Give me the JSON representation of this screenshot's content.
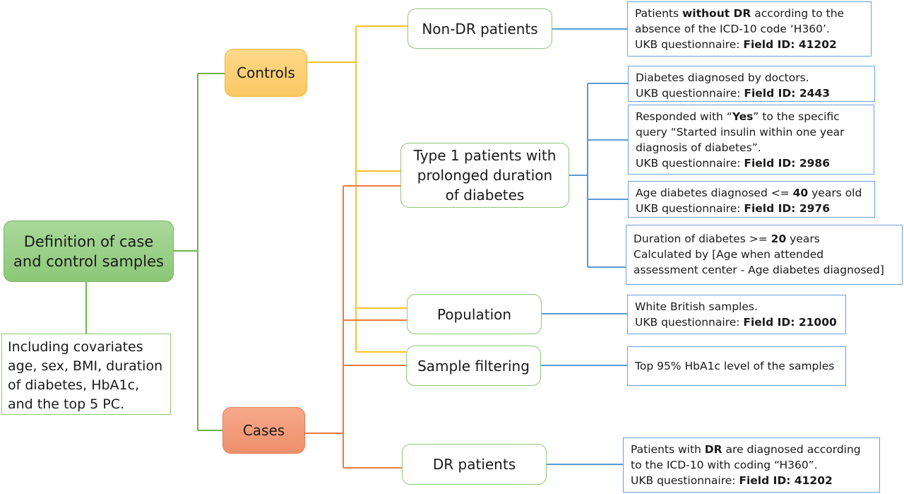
{
  "root": {
    "line1": "Definition of case",
    "line2": "and control samples"
  },
  "covariates": {
    "line1": "Including covariates",
    "line2": "age, sex, BMI, duration",
    "line3": "of diabetes, HbA1c,",
    "line4": "and the top 5 PC."
  },
  "controls": {
    "label": "Controls"
  },
  "cases": {
    "label": "Cases"
  },
  "criteria": {
    "non_dr": "Non-DR patients",
    "type1": {
      "line1": "Type 1 patients with",
      "line2": "prolonged duration",
      "line3": "of diabetes"
    },
    "population": "Population",
    "sample_filtering": "Sample filtering",
    "dr": "DR patients"
  },
  "details": {
    "non_dr": {
      "a": "Patients ",
      "b": "without DR",
      "c": " according to the",
      "line2": "absence of the ICD-10 code ‘H360’.",
      "line3_pre": "UKB questionnaire: ",
      "line3_bold": "Field ID: 41202"
    },
    "diagnosed": {
      "line1": "Diabetes diagnosed by doctors.",
      "line2_pre": "UKB questionnaire: ",
      "line2_bold": "Field ID: 2443"
    },
    "insulin": {
      "a": "Responded with “",
      "b": "Yes",
      "c": "” to the specific",
      "line2": "query “Started insulin within one year",
      "line3": "diagnosis of diabetes”.",
      "line4_pre": "UKB questionnaire: ",
      "line4_bold": "Field ID: 2986"
    },
    "age": {
      "a": "Age diabetes diagnosed <= ",
      "b": "40",
      "c": " years old",
      "line2_pre": "UKB questionnaire: ",
      "line2_bold": "Field ID: 2976"
    },
    "duration": {
      "a": "Duration of diabetes >= ",
      "b": "20",
      "c": " years",
      "line2": "Calculated by [Age when attended",
      "line3": "assessment center - Age diabetes diagnosed]"
    },
    "population": {
      "line1": "White British samples.",
      "line2_pre": "UKB questionnaire: ",
      "line2_bold": "Field ID: 21000"
    },
    "filtering": {
      "line1": "Top 95% HbA1c level of the samples"
    },
    "dr": {
      "a": "Patients with ",
      "b": "DR",
      "c": " are diagnosed according",
      "line2": "to the ICD-10 with coding “H360”.",
      "line3_pre": "UKB questionnaire: ",
      "line3_bold": "Field ID: 41202"
    }
  },
  "colors": {
    "green": "#6fb24c",
    "yellow": "#f6c22e",
    "orange": "#ee7a3c",
    "blue": "#5b9bd5"
  }
}
